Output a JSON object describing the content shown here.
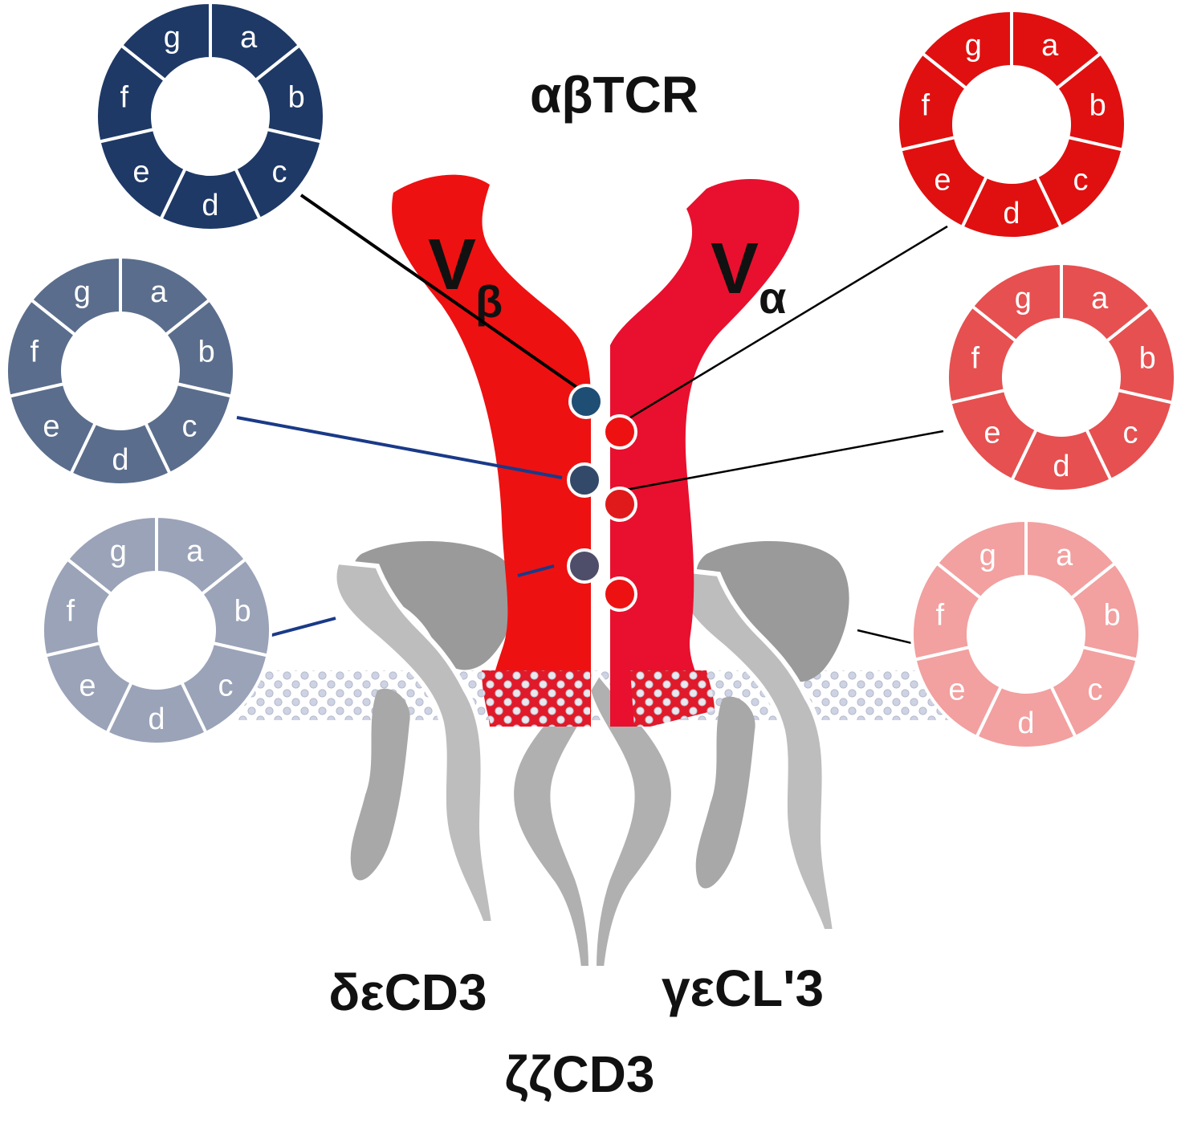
{
  "labels": {
    "title": "αβTCR",
    "v_beta_main": "V",
    "v_beta_sub": "β",
    "v_alpha_main": "V",
    "v_alpha_sub": "α",
    "de_cd3": "δεCD3",
    "ge_cd3": "γεCL'3",
    "zz_cd3": "ζζCD3"
  },
  "wheel_letters": [
    "a",
    "b",
    "c",
    "d",
    "e",
    "f",
    "g"
  ],
  "colors": {
    "tcr_beta": "#ee1111",
    "tcr_alpha": "#e8102e",
    "cd3_gray": "#b8b8b8",
    "cd3_dark": "#9a9a9a",
    "membrane": "#d0d4e0",
    "wheel_left": [
      "#1e3966",
      "#5a6d8c",
      "#9aa3b8"
    ],
    "wheel_right": [
      "#e01010",
      "#e65050",
      "#f2a0a0"
    ],
    "dot_left": [
      "#1e4e74",
      "#33496a",
      "#4e4e6a"
    ],
    "dot_right": [
      "#ee1111",
      "#e01a1a",
      "#ee1111"
    ]
  }
}
